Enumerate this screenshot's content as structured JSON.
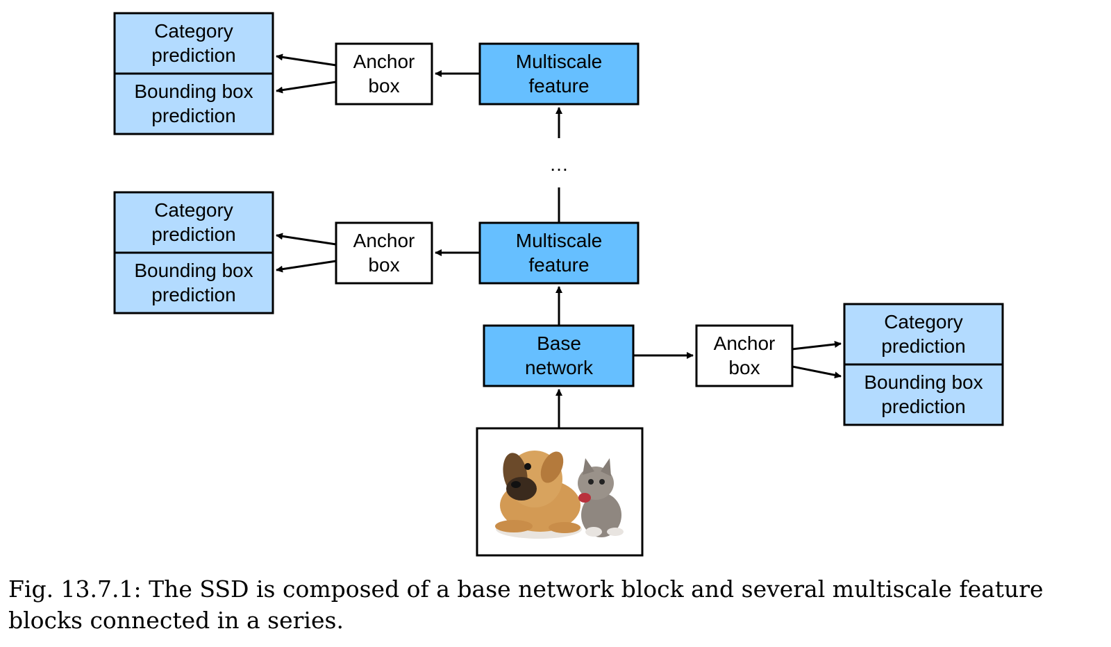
{
  "diagram": {
    "ellipsis": "…",
    "top": {
      "feature": [
        "Multiscale",
        "feature"
      ],
      "anchor": [
        "Anchor",
        "box"
      ],
      "category": [
        "Category",
        "prediction"
      ],
      "bbox": [
        "Bounding box",
        "prediction"
      ]
    },
    "middle": {
      "feature": [
        "Multiscale",
        "feature"
      ],
      "anchor": [
        "Anchor",
        "box"
      ],
      "category": [
        "Category",
        "prediction"
      ],
      "bbox": [
        "Bounding box",
        "prediction"
      ]
    },
    "base": {
      "network": [
        "Base",
        "network"
      ],
      "anchor": [
        "Anchor",
        "box"
      ],
      "category": [
        "Category",
        "prediction"
      ],
      "bbox": [
        "Bounding box",
        "prediction"
      ]
    },
    "input_image": "puppy-and-kitten-photo",
    "colors": {
      "feature_fill": "#66bfff",
      "prediction_fill": "#b3dbff",
      "anchor_fill": "#ffffff",
      "stroke": "#000000"
    }
  },
  "caption": "Fig. 13.7.1: The SSD is composed of a base network block and several multiscale feature blocks connected in a series."
}
